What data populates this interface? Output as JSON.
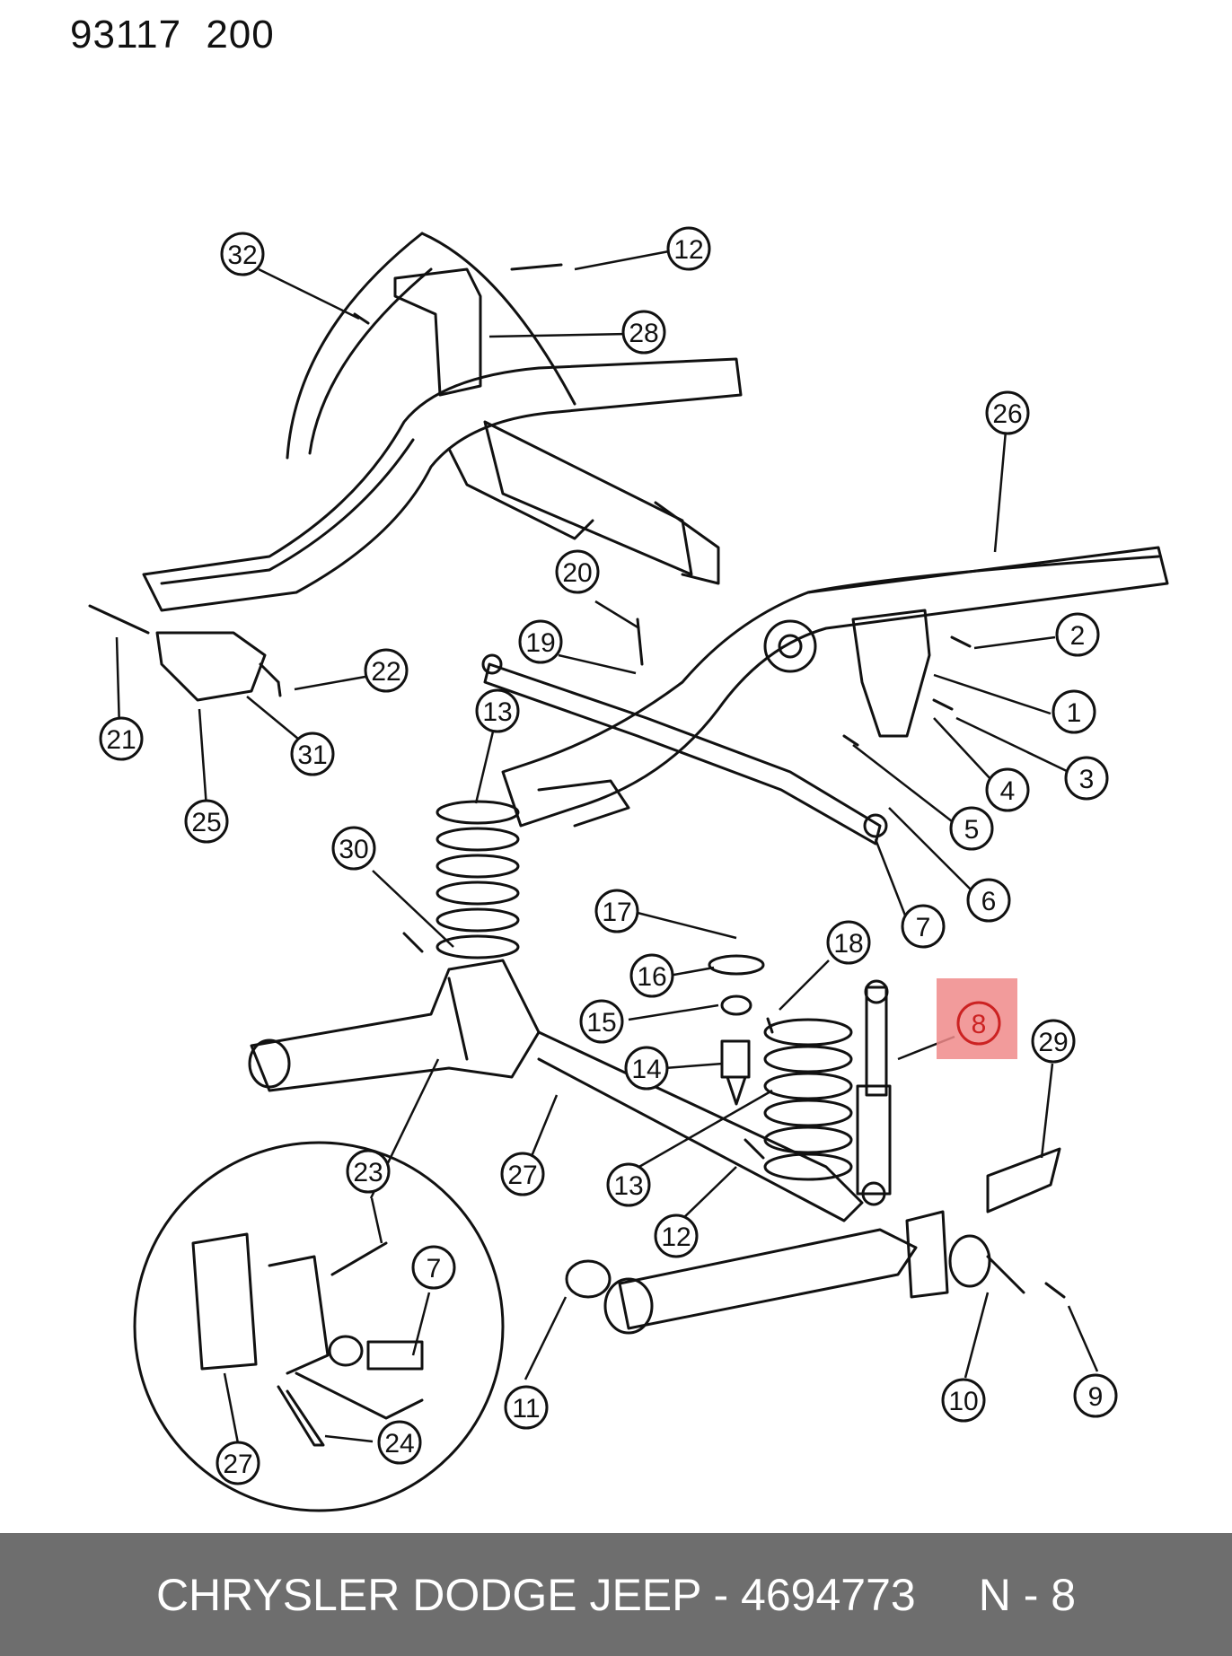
{
  "header": {
    "code": "93117  200"
  },
  "highlight": {
    "part": "8",
    "color": "#f08a8a"
  },
  "callouts": [
    "32",
    "12",
    "28",
    "26",
    "2",
    "1",
    "3",
    "4",
    "5",
    "6",
    "7",
    "20",
    "19",
    "22",
    "21",
    "31",
    "25",
    "13",
    "30",
    "17",
    "16",
    "18",
    "15",
    "14",
    "8",
    "29",
    "27",
    "13",
    "12",
    "23",
    "7",
    "24",
    "27",
    "11",
    "10",
    "9"
  ],
  "footer": {
    "text": "CHRYSLER DODGE JEEP - 4694773",
    "code": "N - 8"
  }
}
